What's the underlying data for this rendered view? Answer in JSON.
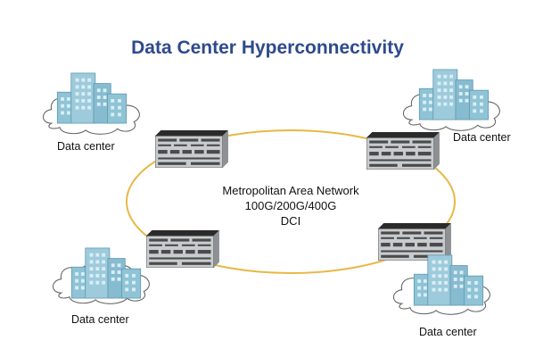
{
  "title": "Data Center Hyperconnectivity",
  "center": {
    "line1": "Metropolitan Area Network",
    "line2": "100G/200G/400G",
    "line3": "DCI"
  },
  "data_centers": [
    {
      "label": "Data center"
    },
    {
      "label": "Data center"
    },
    {
      "label": "Data center"
    },
    {
      "label": "Data center"
    }
  ],
  "icons": {
    "cloud": "cloud-icon",
    "buildings": "buildings-icon",
    "switch": "network-switch-icon"
  },
  "colors": {
    "title": "#2e4a8c",
    "ring": "#e8b844",
    "building": "#8fc3d6",
    "building_dark": "#5e97ad",
    "cloud_stroke": "#666666",
    "switch_body": "#c9cccf",
    "switch_top": "#2a2a2a"
  }
}
